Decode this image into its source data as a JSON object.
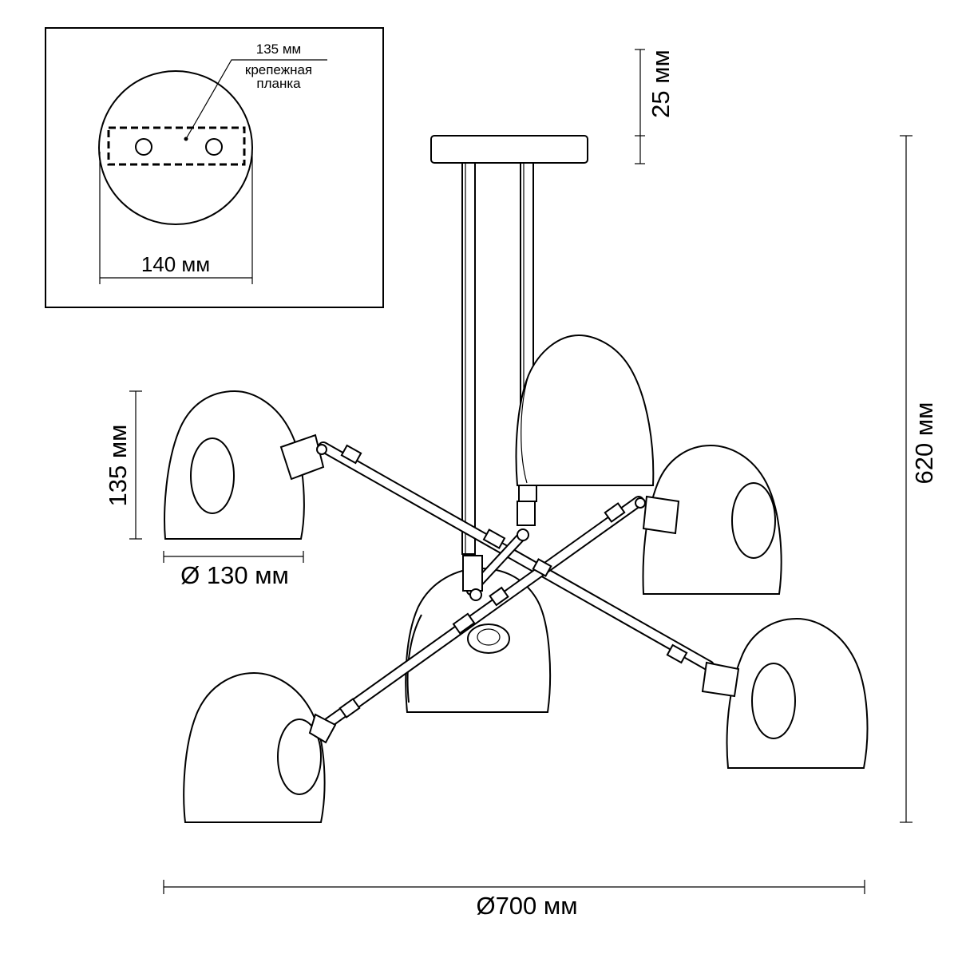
{
  "inset": {
    "plate_label": "135 мм",
    "bracket_label_line1": "крепежная",
    "bracket_label_line2": "планка",
    "diameter_label": "140 мм"
  },
  "dimensions": {
    "canopy_height": "25 мм",
    "total_height": "620 мм",
    "shade_height": "135 мм",
    "shade_diameter": "Ø 130 мм",
    "total_diameter": "Ø700 мм"
  }
}
